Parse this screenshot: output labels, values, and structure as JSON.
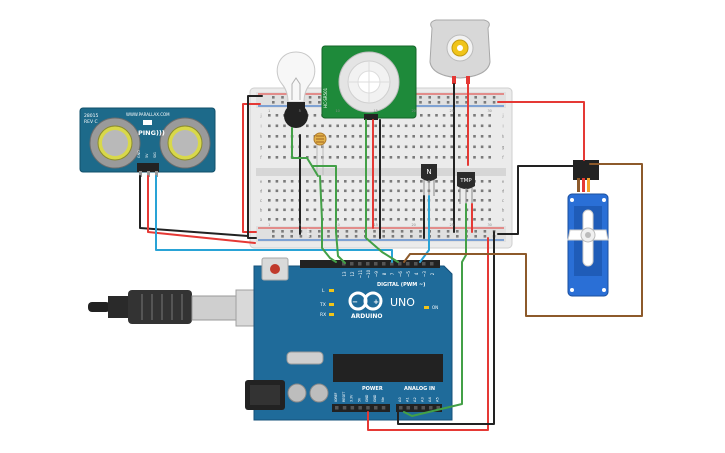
{
  "ultrasonic": {
    "model": "28015",
    "rev": "REV C",
    "site": "WWW.PARALLAX.COM",
    "name": "PING)))",
    "pins": [
      "GND",
      "5V",
      "SIG"
    ]
  },
  "pir": {
    "side_text": "HC-SR501"
  },
  "transistor": {
    "label": "N"
  },
  "temp_sensor": {
    "label": "TMP"
  },
  "breadboard": {
    "col_numbers": [
      "1",
      "5",
      "10",
      "15",
      "20",
      "25",
      "30"
    ],
    "row_letters_top": [
      "j",
      "i",
      "h",
      "g",
      "f"
    ],
    "row_letters_bottom": [
      "e",
      "d",
      "c",
      "b",
      "a"
    ]
  },
  "arduino": {
    "brand": "ARDUINO",
    "model": "UNO",
    "digital_label": "DIGITAL (PWM ~)",
    "aref": "AREF",
    "gnd": "GND",
    "tx": "TX",
    "rx": "RX",
    "l": "L",
    "on": "ON",
    "tx0": "TX→1",
    "rx0": "RX←0",
    "power_label": "POWER",
    "analog_label": "ANALOG IN",
    "digital_pins": [
      "13",
      "12",
      "~11",
      "~10",
      "~9",
      "8",
      "7",
      "~6",
      "~5",
      "4",
      "~3",
      "2"
    ],
    "power_pins": [
      "IOREF",
      "RESET",
      "3.3V",
      "5V",
      "GND",
      "GND",
      "Vin"
    ],
    "analog_pins": [
      "A0",
      "A1",
      "A2",
      "A3",
      "A4",
      "A5"
    ]
  },
  "colors": {
    "wire_red": "#e53935",
    "wire_black": "#222222",
    "wire_green": "#43a047",
    "wire_blue": "#29a3d6",
    "wire_brown": "#8d5a2b",
    "board_blue": "#1f6b9a",
    "sensor_blue": "#1d6a8a",
    "pir_green": "#1e8a3a",
    "servo_blue": "#2a6fd6",
    "breadboard": "#e9e9e9"
  }
}
